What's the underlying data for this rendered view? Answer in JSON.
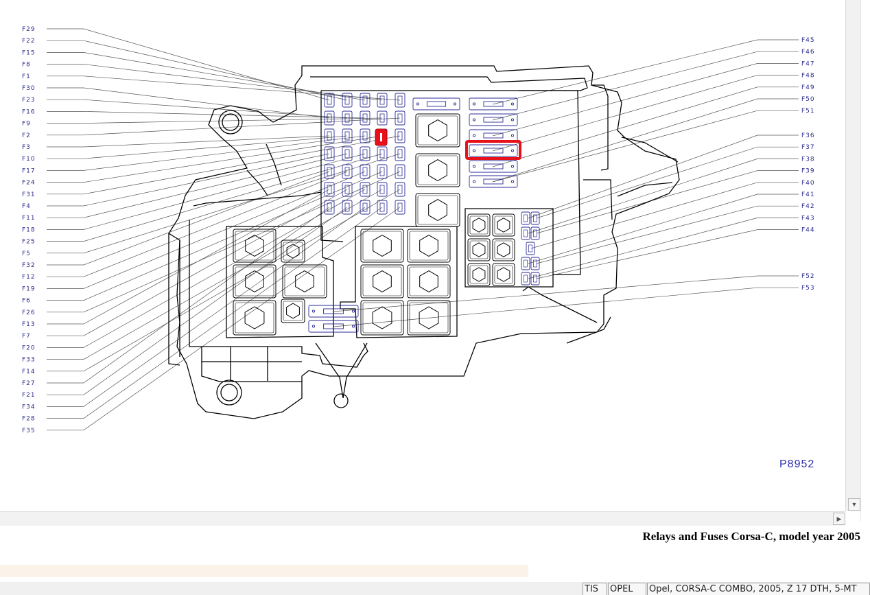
{
  "left_labels": [
    "F29",
    "F22",
    "F15",
    "F8",
    "F1",
    "F30",
    "F23",
    "F16",
    "F9",
    "F2",
    "F3",
    "F10",
    "F17",
    "F24",
    "F31",
    "F4",
    "F11",
    "F18",
    "F25",
    "F5",
    "F32",
    "F12",
    "F19",
    "F6",
    "F26",
    "F13",
    "F7",
    "F20",
    "F33",
    "F14",
    "F27",
    "F21",
    "F34",
    "F28",
    "F35"
  ],
  "right_labels_top": [
    "F45",
    "F46",
    "F47",
    "F48",
    "F49",
    "F50",
    "F51"
  ],
  "right_labels_mid": [
    "F36",
    "F37",
    "F38",
    "F39",
    "F40",
    "F41",
    "F42",
    "F43",
    "F44"
  ],
  "right_labels_bottom": [
    "F52",
    "F53"
  ],
  "diagram_code": "P8952",
  "title": "Relays and Fuses Corsa-C, model year 2005",
  "status_bar": {
    "cell1": "TIS",
    "cell2": "OPEL",
    "cell3": "Opel, CORSA-C COMBO, 2005, Z 17 DTH, 5-MT"
  },
  "colors": {
    "label": "#2b2b8c",
    "fuse_outline": "#2a2a9a",
    "highlight": "#e8101a",
    "housing": "#000000"
  }
}
